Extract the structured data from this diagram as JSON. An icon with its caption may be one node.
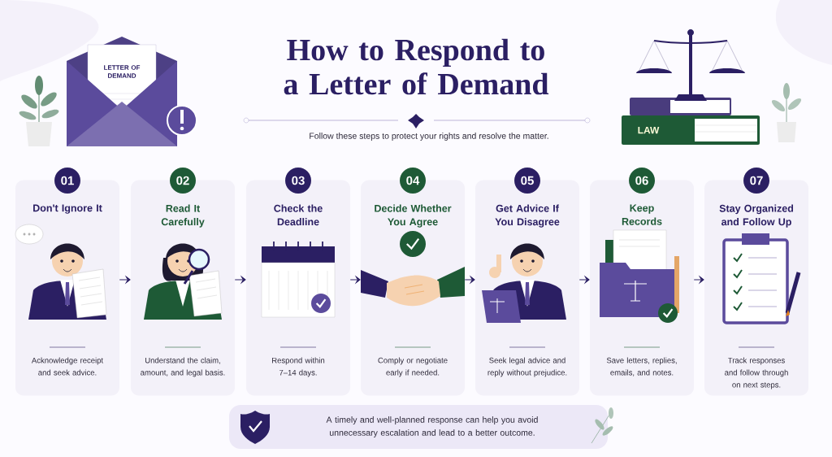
{
  "diagram": {
    "title": "How to Respond to a Letter of Demand",
    "nodes": [
      {
        "text": [
          "01",
          "Don't Ignore It",
          "Acknowledge receipt and seek advice."
        ]
      },
      {
        "text": [
          "02",
          "Read It Carefully",
          "Understand the claim, amount, and legal basis."
        ]
      },
      {
        "text": [
          "03",
          "Check the Deadline",
          "Respond within 7–14 days."
        ]
      },
      {
        "text": [
          "04",
          "Decide Whether You Agree",
          "Comply or negotiate early if needed."
        ]
      },
      {
        "text": [
          "05",
          "Get Advice If You Disagree",
          "Seek legal advice and reply without prejudice."
        ]
      },
      {
        "text": [
          "06",
          "Keep Records",
          "Save letters, replies, emails, and notes."
        ]
      },
      {
        "text": [
          "07",
          "Stay Organized and Follow Up",
          "Track responses and follow through on next steps."
        ]
      },
      {
        "text": [
          "A timely and well-planned response can help you avoid unnecessary escalation and lead to a better outcome."
        ]
      }
    ],
    "edges": [
      {
        "from": 0,
        "to": 1,
        "arrow": "to"
      },
      {
        "from": 1,
        "to": 2,
        "arrow": "to"
      },
      {
        "from": 2,
        "to": 3,
        "arrow": "to"
      },
      {
        "from": 3,
        "to": 4,
        "arrow": "to"
      },
      {
        "from": 4,
        "to": 5,
        "arrow": "to"
      },
      {
        "from": 5,
        "to": 6,
        "arrow": "to"
      }
    ],
    "labels": [
      "LETTER OF DEMAND",
      "LAW",
      "Follow these steps to protect your rights and resolve the matter."
    ]
  }
}
